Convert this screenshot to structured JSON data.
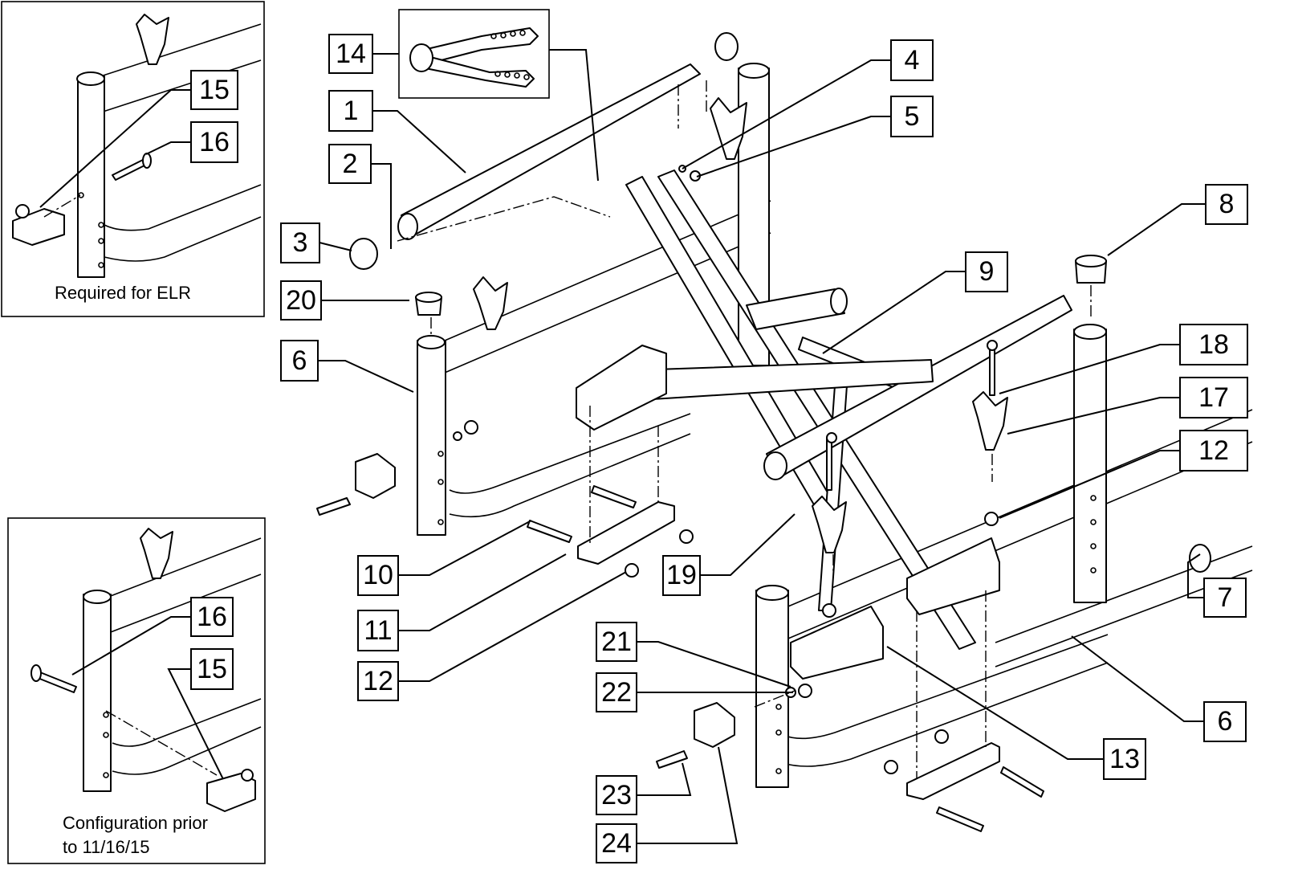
{
  "callouts": {
    "c1": "1",
    "c2": "2",
    "c3": "3",
    "c4": "4",
    "c5": "5",
    "c6a": "6",
    "c6b": "6",
    "c7": "7",
    "c8": "8",
    "c9": "9",
    "c10": "10",
    "c11": "11",
    "c12a": "12",
    "c12b": "12",
    "c13": "13",
    "c14": "14",
    "c15a": "15",
    "c15b": "15",
    "c16a": "16",
    "c16b": "16",
    "c17": "17",
    "c18": "18",
    "c19": "19",
    "c20": "20",
    "c21": "21",
    "c22": "22",
    "c23": "23",
    "c24": "24"
  },
  "insets": {
    "top_left_caption": "Required for ELR",
    "bottom_left_caption_line1": "Configuration prior",
    "bottom_left_caption_line2": "to 11/16/15"
  }
}
